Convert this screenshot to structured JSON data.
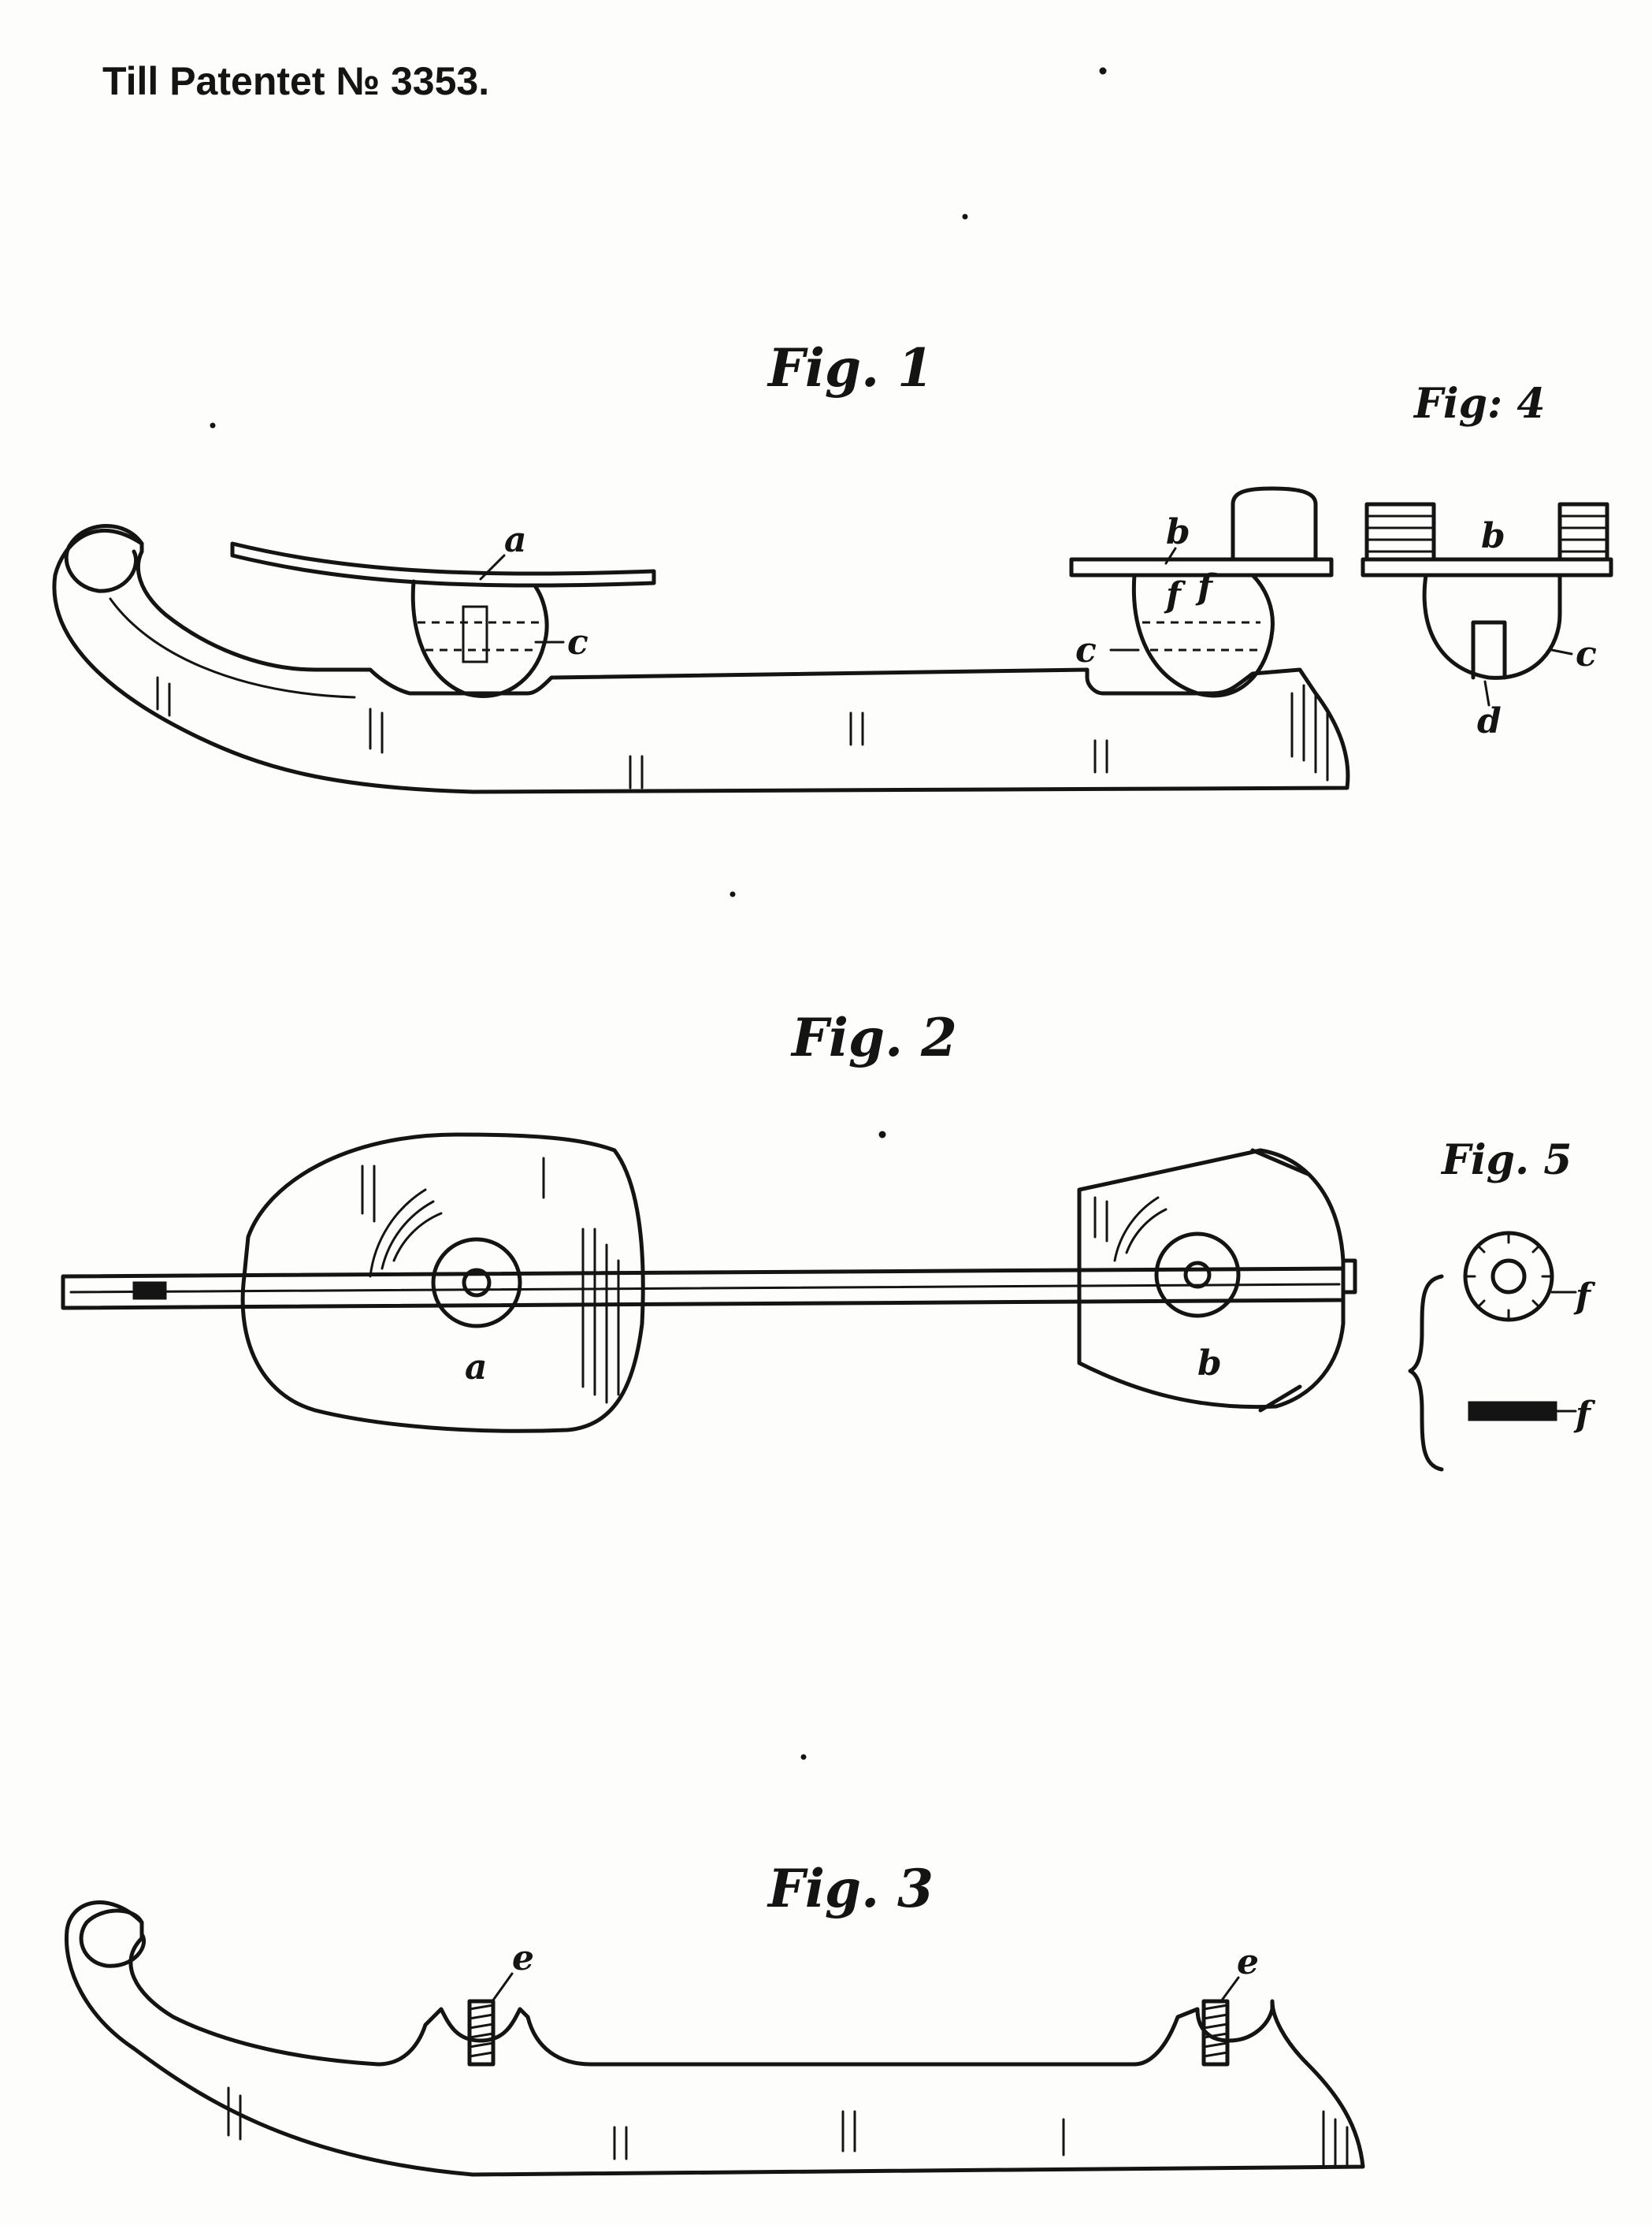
{
  "header": {
    "title": "Till Patentet № 3353."
  },
  "figures": {
    "fig1": {
      "title": "Fig. 1",
      "labels": {
        "a": "a",
        "b": "b",
        "c_left": "c",
        "c_right": "c",
        "f": "f",
        "f2": "f"
      }
    },
    "fig2": {
      "title": "Fig. 2",
      "labels": {
        "a": "a",
        "b": "b"
      }
    },
    "fig3": {
      "title": "Fig. 3",
      "labels": {
        "e_left": "e",
        "e_right": "e"
      }
    },
    "fig4": {
      "title": "Fig: 4",
      "labels": {
        "b": "b",
        "c": "c",
        "d": "d"
      }
    },
    "fig5": {
      "title": "Fig. 5",
      "labels": {
        "f_top": "f",
        "f_bottom": "f"
      }
    }
  }
}
